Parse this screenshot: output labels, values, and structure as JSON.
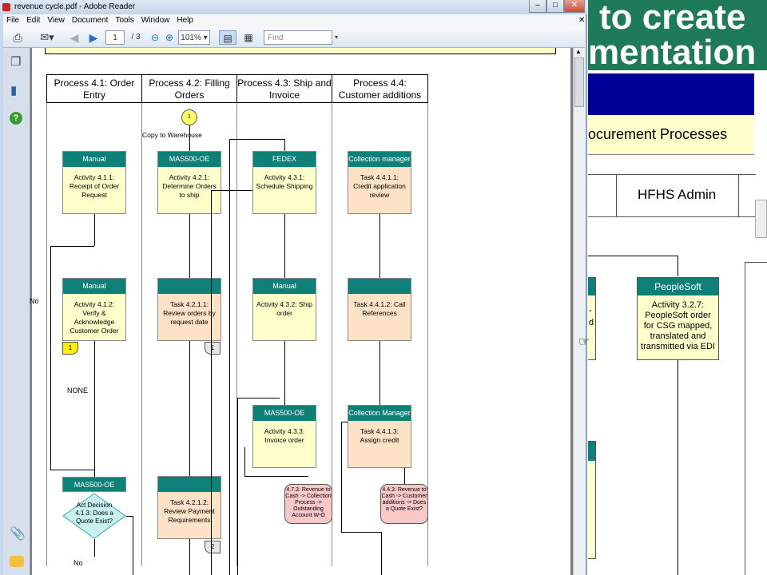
{
  "slide": {
    "header_line1": "to create",
    "header_line2": "mentation",
    "subtitle": "ocurement Processes",
    "lane_header": "HFHS Admin",
    "box_header": "PeopleSoft",
    "box_text": "Activity 3.2.7: PeopleSoft order for CSG mapped, translated and transmitted via EDI",
    "partial_text_1": "-",
    "partial_text_2": "d"
  },
  "window": {
    "title": "revenue cycle.pdf - Adobe Reader",
    "menu": [
      "File",
      "Edit",
      "View",
      "Document",
      "Tools",
      "Window",
      "Help"
    ],
    "page_current": "1",
    "page_total": "/ 3",
    "zoom": "101%",
    "find_placeholder": "Find"
  },
  "flowchart": {
    "lanes": [
      "Process 4.1: Order Entry",
      "Process 4.2: Filling Orders",
      "Process 4.3: Ship and Invoice",
      "Process 4.4: Customer additions"
    ],
    "connector_label": "1",
    "copy_to_warehouse": "Copy to Warehouse",
    "no_label": "No",
    "none_label": "NONE",
    "no_label_2": "No",
    "activities": [
      {
        "header": "Manual",
        "text": "Activity 4.1.1: Receipt of Order Request"
      },
      {
        "header": "MAS500-OE",
        "text": "Activity 4.2.1: Determine Orders to ship"
      },
      {
        "header": "FEDEX",
        "text": "Activity 4.3.1: Schedule Shipping"
      },
      {
        "header": "Collection manager",
        "text": "Task 4.4.1.1: Credit application review"
      },
      {
        "header": "Manual",
        "text": "Activity 4.1.2: Verify & Acknowledge Customer Order"
      },
      {
        "header": "",
        "text": "Task 4.2.1.1: Review orders by request date"
      },
      {
        "header": "Manual",
        "text": "Activity 4.3.2: Ship order"
      },
      {
        "header": "",
        "text": "Task 4.4.1.2: Call References"
      },
      {
        "header": "MAS500-OE",
        "text": "Activity 4.3.3: Invoice order"
      },
      {
        "header": "Collection Manager",
        "text": "Task 4.4.1.3: Assign credit"
      },
      {
        "header": "",
        "text": "Task 4.2.1.2: Review Payment Requirements"
      }
    ],
    "decision_header": "MAS500-OE",
    "decision_text": "Act Decision 4.1.3: Does a Quote Exist?",
    "doc_marks": [
      "1",
      "1",
      "2"
    ],
    "terminators": [
      "4.7.3: Revenue to Cash -> Collection Process -> Outstanding Account W-O",
      "4.4.3: Revenue to Cash -> Customer additions -> Does a Quote Exist?"
    ]
  }
}
